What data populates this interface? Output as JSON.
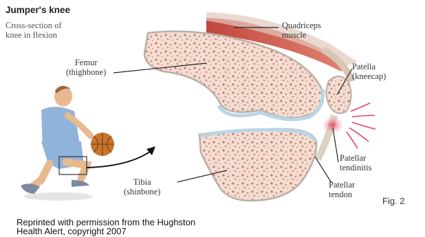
{
  "title": "Jumper's knee",
  "subtitle_lines": [
    "Cross-section of",
    "knee in flexion"
  ],
  "labels": {
    "quadriceps": [
      "Quadriceps",
      "muscle"
    ],
    "femur": [
      "Femur",
      "(thighbone)"
    ],
    "patella": [
      "Patella",
      "(kneecap)"
    ],
    "tendinitis": [
      "Patellar",
      "tendinitis"
    ],
    "tibia": [
      "Tibia",
      "(shinbone)"
    ],
    "tendon": [
      "Patellar",
      "tendon"
    ]
  },
  "figure_number": "Fig. 2",
  "credit_lines": [
    "Reprinted with permission from the Hughston",
    "Health Alert, copyright 2007"
  ],
  "colors": {
    "bone_fill": "#f2dcd0",
    "bone_spots": "#b5563f",
    "muscle": "#c0392b",
    "inflammation": "#e0475a",
    "cartilage": "#cfe3ef",
    "jersey": "#8fb3d9"
  }
}
